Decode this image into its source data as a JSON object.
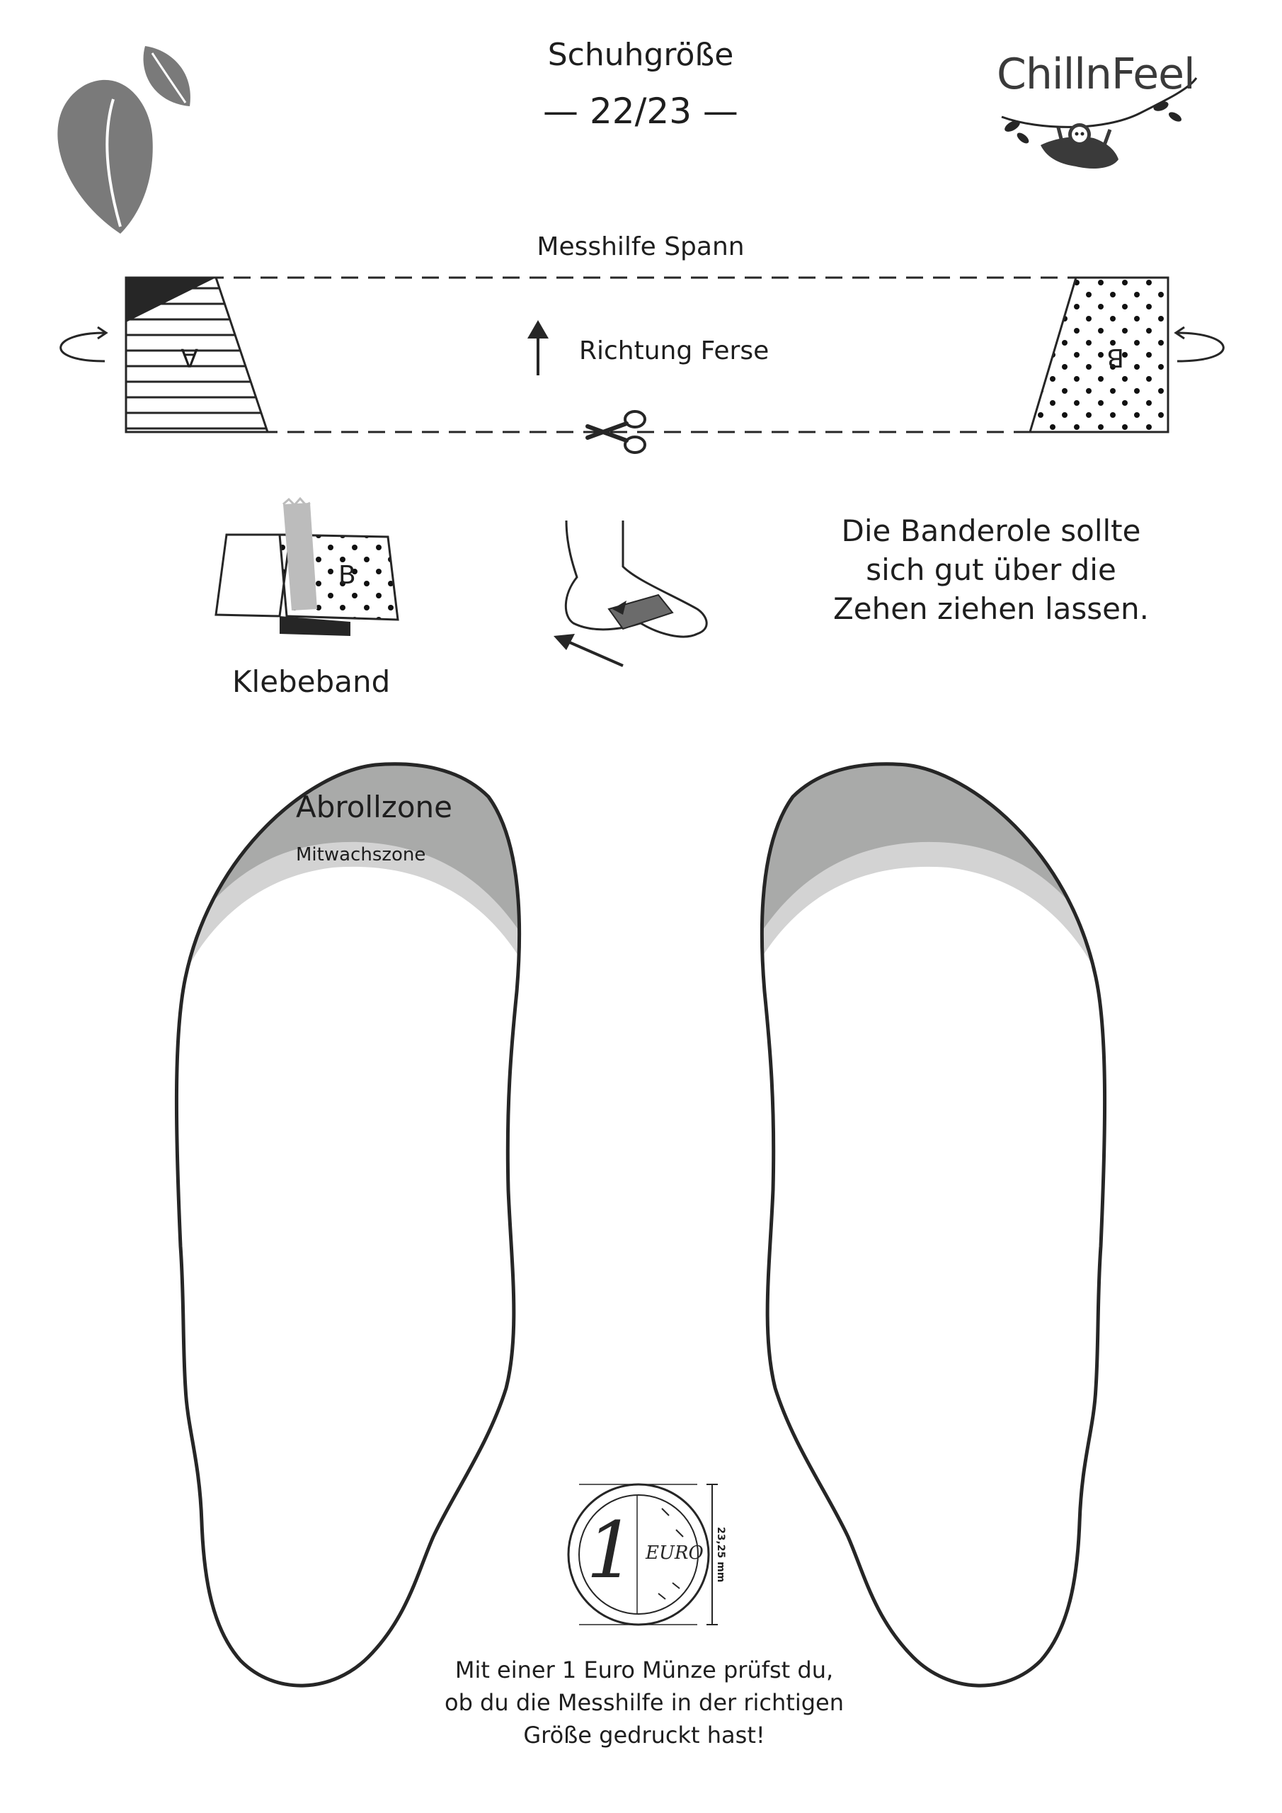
{
  "header": {
    "title": "Schuhgröße",
    "size": "— 22/23 —",
    "brand": "ChillnFeel"
  },
  "strap": {
    "title": "Messhilfe Spann",
    "direction": "Richtung Ferse",
    "end_a": "A",
    "end_b": "B"
  },
  "instructions": {
    "tape_label": "Klebeband",
    "tape_letter": "B",
    "note": [
      "Die Banderole sollte",
      "sich gut über die",
      "Zehen ziehen lassen."
    ]
  },
  "footprint": {
    "zone_main": "Abrollzone",
    "zone_grow": "Mitwachszone"
  },
  "coin": {
    "dimension": "23,25 mm",
    "coin_value": "1",
    "coin_currency": "EURO",
    "note": [
      "Mit einer 1 Euro Münze prüfst du,",
      "ob du die Messhilfe in der richtigen",
      "Größe gedruckt hast!"
    ]
  },
  "colors": {
    "stroke": "#262626",
    "zone_dark": "#a9aaa9",
    "zone_light": "#d3d3d3",
    "leaf": "#7a7a7a"
  }
}
